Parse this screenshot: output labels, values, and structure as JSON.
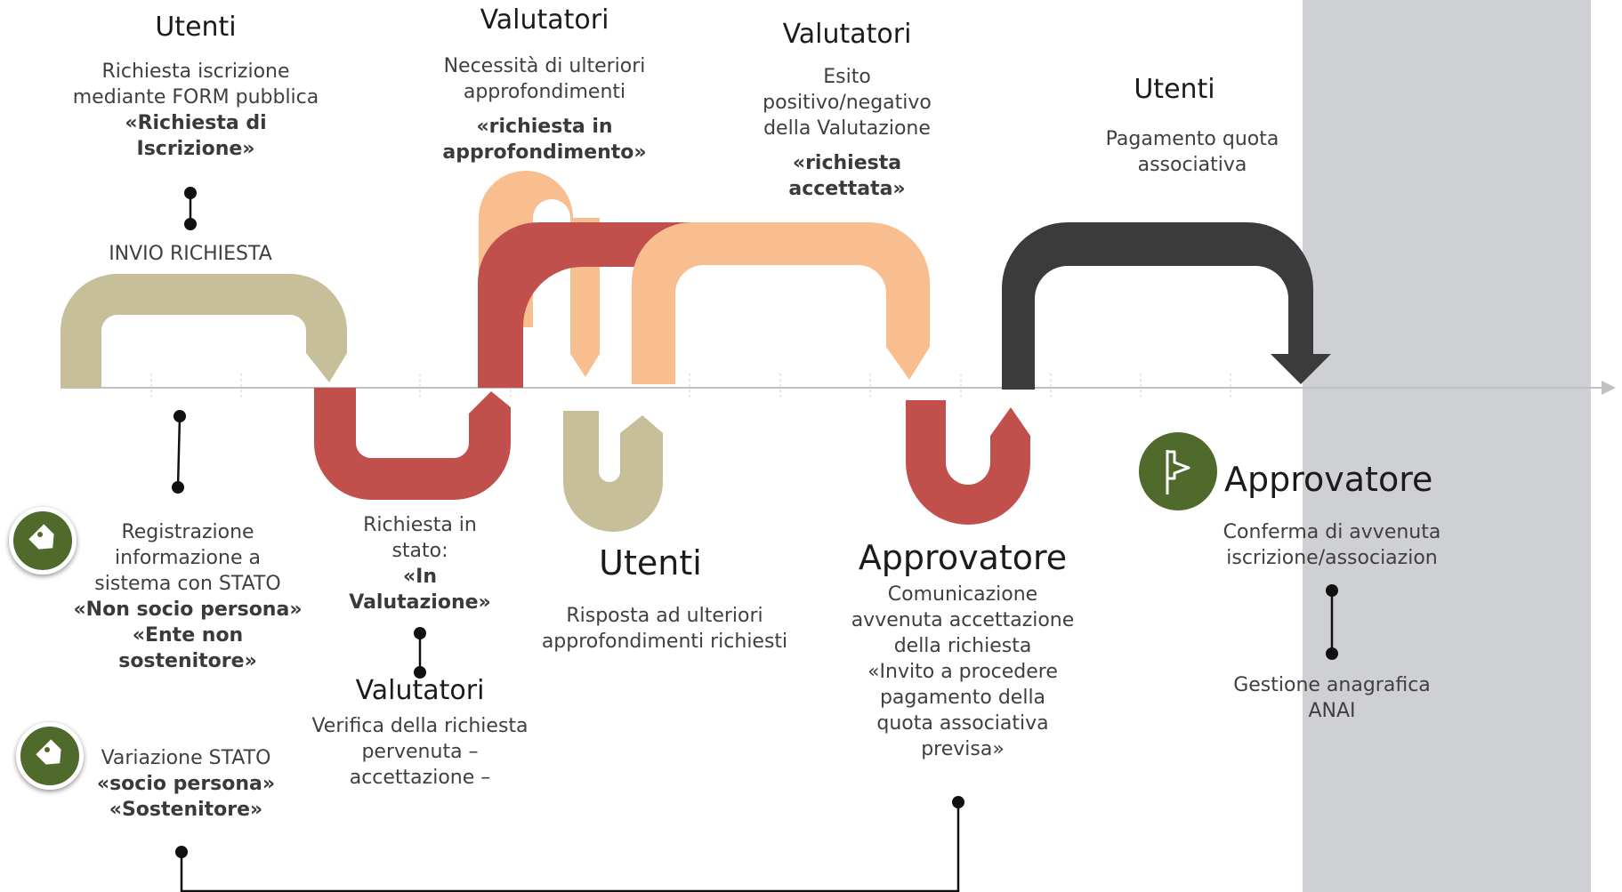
{
  "colors": {
    "khaki": "#c6bf99",
    "red": "#c1504c",
    "peach": "#f9be90",
    "dark": "#3b3b3b",
    "green": "#4f6a2b",
    "gray_band": "#cfd0d3",
    "axis": "#bfc0c2"
  },
  "icons": {
    "tag": "tag-icon",
    "flag": "flag-icon"
  },
  "step1": {
    "title": "Utenti",
    "line1": "Richiesta iscrizione",
    "line2": "mediante FORM pubblica",
    "bold1": "«Richiesta di",
    "bold2": "Iscrizione»",
    "label": "INVIO RICHIESTA"
  },
  "step2": {
    "title": "Valutatori",
    "line1": "Necessità di ulteriori",
    "line2": "approfondimenti",
    "bold1": "«richiesta in",
    "bold2": "approfondimento»"
  },
  "step3": {
    "title": "Valutatori",
    "line1": "Esito",
    "line2": "positivo/negativo",
    "line3": "della Valutazione",
    "bold1": "«richiesta",
    "bold2": "accettata»"
  },
  "step4": {
    "title": "Utenti",
    "line1": "Pagamento quota",
    "line2": "associativa"
  },
  "reg": {
    "line1": "Registrazione",
    "line2": "informazione a",
    "line3": "sistema con STATO",
    "bold1": "«Non socio persona»",
    "bold2": "«Ente non",
    "bold3": "sostenitore»"
  },
  "inval": {
    "line1": "Richiesta in",
    "line2": "stato:",
    "bold1": "«In",
    "bold2": "Valutazione»"
  },
  "verify": {
    "title": "Valutatori",
    "line1": "Verifica della richiesta",
    "line2": "pervenuta –",
    "line3": "accettazione –"
  },
  "resp": {
    "title": "Utenti",
    "line1": "Risposta ad ulteriori",
    "line2": "approfondimenti richiesti"
  },
  "appr1": {
    "title": "Approvatore",
    "line1": "Comunicazione",
    "line2": "avvenuta accettazione",
    "line3": "della richiesta",
    "line4": "«Invito a procedere",
    "line5": "pagamento della",
    "line6": "quota associativa",
    "line7": "previsa»"
  },
  "appr2": {
    "title": "Approvatore",
    "line1": "Conferma di avvenuta",
    "line2": "iscrizione/associazion",
    "line3": "Gestione anagrafica",
    "line4": "ANAI"
  },
  "variation": {
    "line1": "Variazione STATO",
    "bold1": "«socio persona»",
    "bold2": "«Sostenitore»"
  }
}
